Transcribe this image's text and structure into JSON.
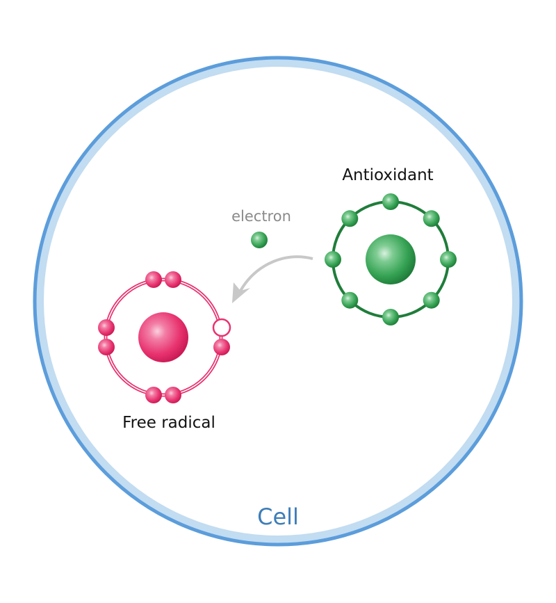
{
  "labels": {
    "antioxidant": "Antioxidant",
    "electron": "electron",
    "free_radical": "Free radical",
    "cell": "Cell"
  },
  "colors": {
    "cell_border": "#5c9ddb",
    "cell_membrane": "#c2dcf1",
    "cell_label": "#3d7db8",
    "radical": "#e8336f",
    "antioxidant": "#2f9a4c",
    "arrow": "#c8c8c8",
    "electron_label": "#8a8a8a"
  },
  "free_radical": {
    "electrons": 7,
    "missing_electrons": 1
  },
  "antioxidant": {
    "electrons": 8
  }
}
